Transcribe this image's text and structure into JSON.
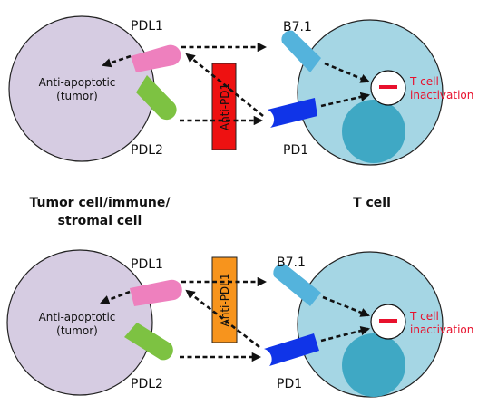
{
  "labels": {
    "pdl1": "PDL1",
    "pdl2": "PDL2",
    "b71": "B7.1",
    "pd1": "PD1",
    "anti_apoptotic_1": "Anti-apoptotic",
    "anti_apoptotic_2": "(tumor)",
    "t_inact_1": "T cell",
    "t_inact_2": "inactivation",
    "tumor_cell_1": "Tumor cell/immune/",
    "tumor_cell_2": "stromal cell",
    "t_cell": "T cell"
  },
  "panels": [
    {
      "drug": "Anti-PD1",
      "drug_color": "#ee1111"
    },
    {
      "drug": "Anti-PDL1",
      "drug_color": "#f7941d"
    }
  ],
  "colors": {
    "tumor_cell": "#d6cce2",
    "t_cell": "#a5d6e4",
    "t_cell_nucleus": "#3fa8c4",
    "pdl1": "#ee80be",
    "pdl2": "#7dc242",
    "b71": "#54b3dc",
    "pd1": "#1034e8",
    "inhibit": "#e8112d"
  }
}
